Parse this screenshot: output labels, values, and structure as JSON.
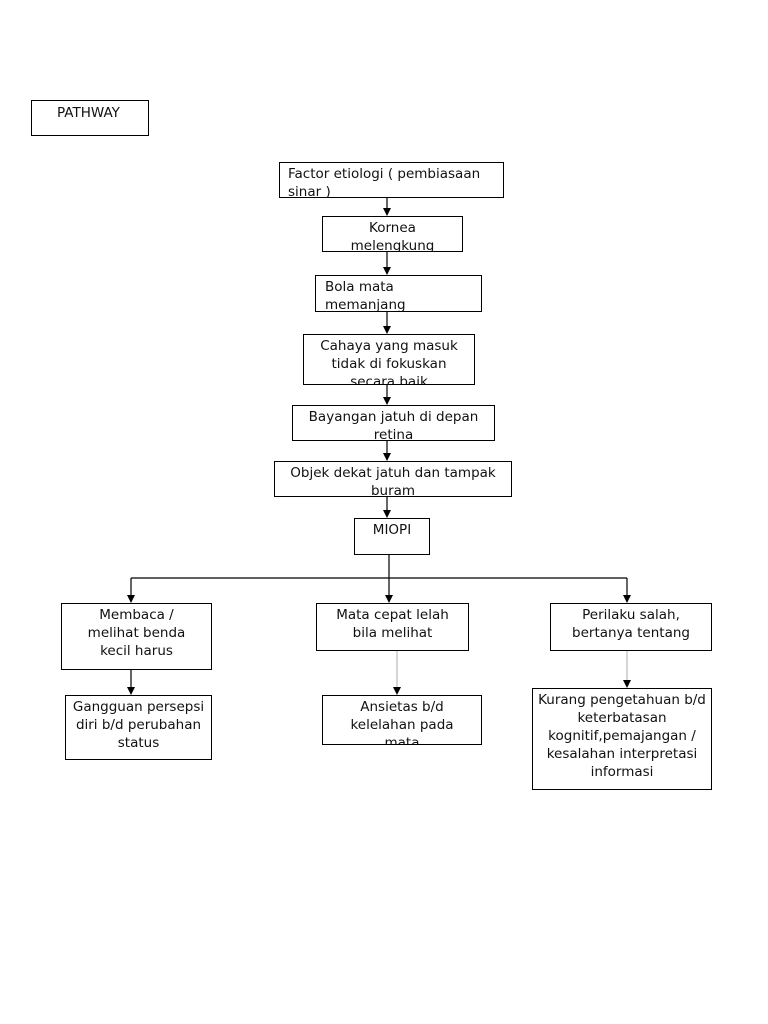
{
  "title_box": {
    "text": "PATHWAY"
  },
  "nodes": {
    "etiologi": "Factor etiologi ( pembiasaan sinar )",
    "kornea": "Kornea melengkung",
    "bola_mata": "Bola mata memanjang",
    "cahaya": "Cahaya yang masuk tidak di fokuskan secara baik",
    "bayangan": "Bayangan jatuh di depan retina",
    "objek": "Objek dekat jatuh dan tampak buram",
    "miopi": "MIOPI",
    "membaca": "Membaca / melihat benda kecil harus",
    "mata_lelah": "Mata cepat lelah bila melihat",
    "perilaku": "Perilaku salah, bertanya tentang",
    "gangguan": "Gangguan persepsi diri b/d perubahan status",
    "ansietas": "Ansietas b/d kelelahan pada mata",
    "kurang": "Kurang pengetahuan b/d keterbatasan kognitif,pemajangan / kesalahan interpretasi informasi"
  }
}
